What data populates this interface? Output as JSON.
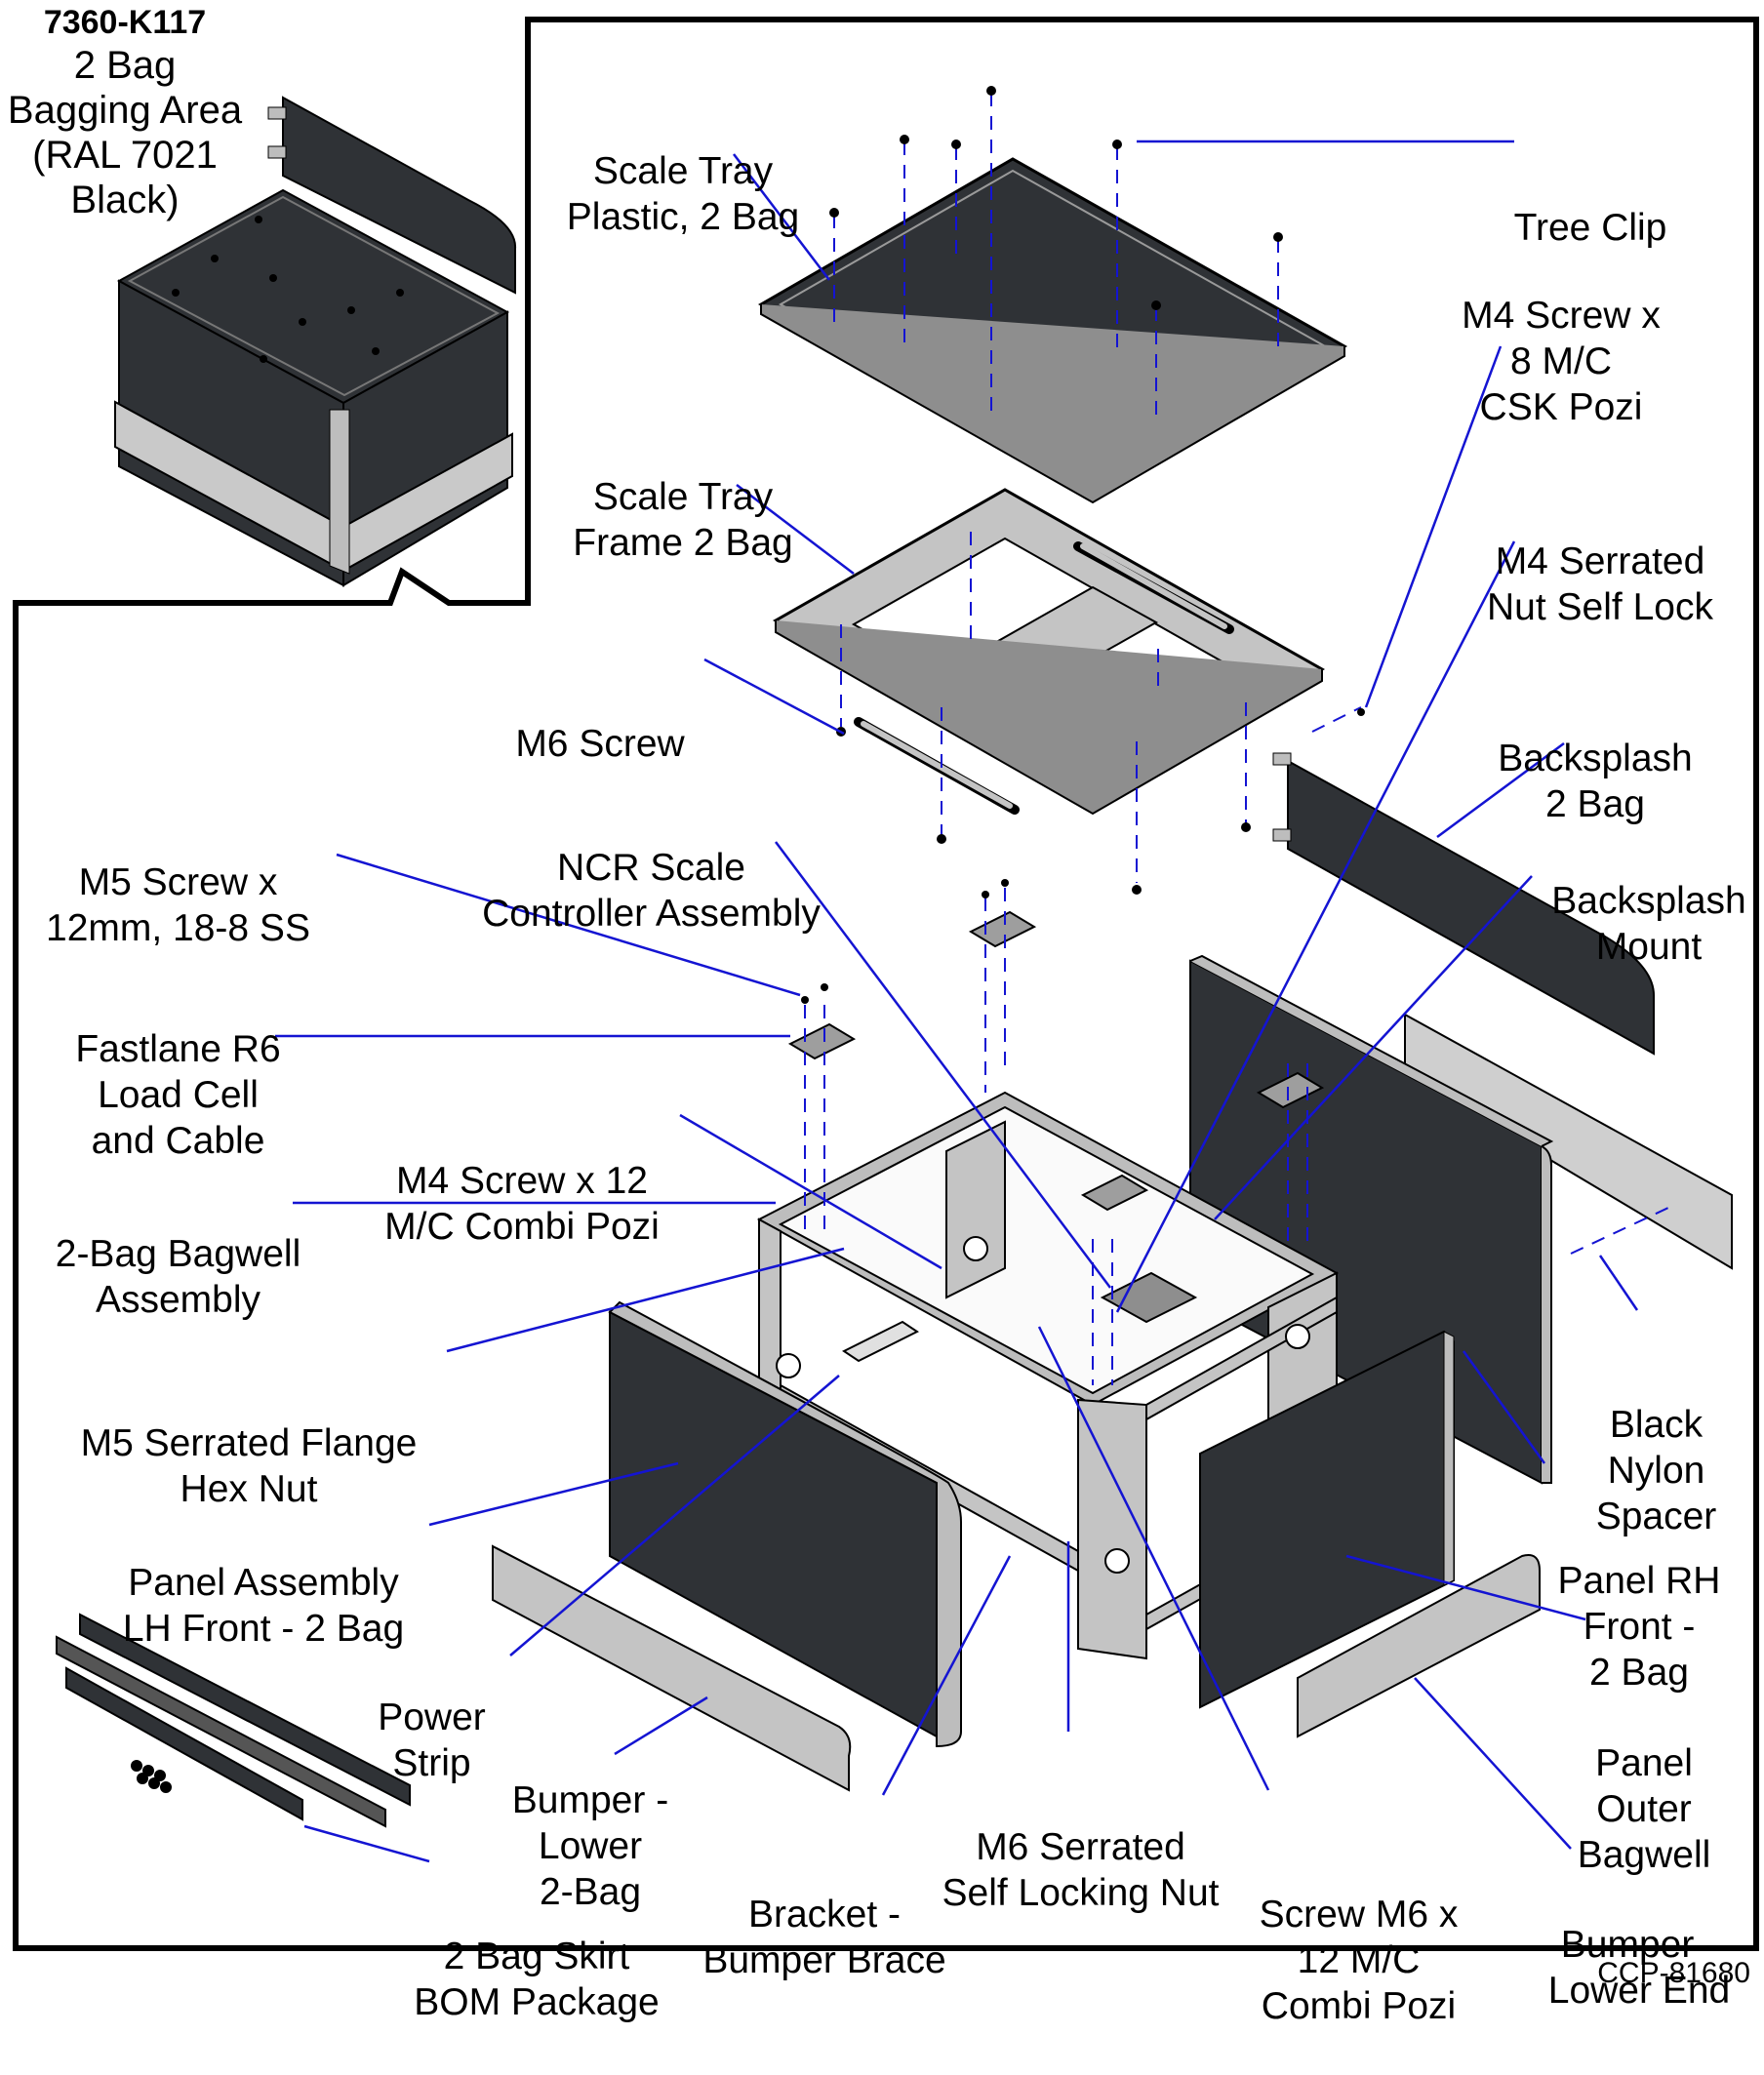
{
  "title_block": {
    "part_number": "7360-K117",
    "lines": [
      "2 Bag",
      "Bagging Area",
      "(RAL 7021",
      "Black)"
    ]
  },
  "callouts": [
    {
      "id": "scale-tray-plastic",
      "lines": [
        "Scale Tray",
        "Plastic, 2 Bag"
      ]
    },
    {
      "id": "tree-clip",
      "lines": [
        "Tree Clip"
      ]
    },
    {
      "id": "m4-screw-8",
      "lines": [
        "M4 Screw x",
        "8 M/C",
        "CSK Pozi"
      ]
    },
    {
      "id": "scale-tray-frame",
      "lines": [
        "Scale Tray",
        "Frame 2 Bag"
      ]
    },
    {
      "id": "m4-serrated-nut",
      "lines": [
        "M4 Serrated",
        "Nut Self Lock"
      ]
    },
    {
      "id": "m6-screw",
      "lines": [
        "M6 Screw"
      ]
    },
    {
      "id": "backsplash",
      "lines": [
        "Backsplash",
        "2 Bag"
      ]
    },
    {
      "id": "m5-screw",
      "lines": [
        "M5 Screw x",
        "12mm, 18-8 SS"
      ]
    },
    {
      "id": "ncr-scale-controller",
      "lines": [
        "NCR Scale",
        "Controller Assembly"
      ]
    },
    {
      "id": "backsplash-mount",
      "lines": [
        "Backsplash",
        "Mount"
      ]
    },
    {
      "id": "load-cell",
      "lines": [
        "Fastlane R6",
        "Load Cell",
        "and Cable"
      ]
    },
    {
      "id": "m4-screw-12",
      "lines": [
        "M4 Screw x 12",
        "M/C Combi Pozi"
      ]
    },
    {
      "id": "bagwell-assembly",
      "lines": [
        "2-Bag Bagwell",
        "Assembly"
      ]
    },
    {
      "id": "m5-flange-nut",
      "lines": [
        "M5 Serrated Flange",
        "Hex Nut"
      ]
    },
    {
      "id": "black-nylon-spacer",
      "lines": [
        "Black",
        "Nylon",
        "Spacer"
      ]
    },
    {
      "id": "panel-lh-front",
      "lines": [
        "Panel Assembly",
        "LH Front - 2 Bag"
      ]
    },
    {
      "id": "panel-rh-front",
      "lines": [
        "Panel RH",
        "Front -",
        "2 Bag"
      ]
    },
    {
      "id": "power-strip",
      "lines": [
        "Power",
        "Strip"
      ]
    },
    {
      "id": "bumper-lower",
      "lines": [
        "Bumper -",
        "Lower",
        "2-Bag"
      ]
    },
    {
      "id": "panel-outer-bagwell",
      "lines": [
        "Panel",
        "Outer",
        "Bagwell"
      ]
    },
    {
      "id": "m6-serrated-nut",
      "lines": [
        "M6 Serrated",
        "Self Locking Nut"
      ]
    },
    {
      "id": "bracket-bumper-brace",
      "lines": [
        "Bracket -",
        "Bumper Brace"
      ]
    },
    {
      "id": "screw-m6-12",
      "lines": [
        "Screw M6 x",
        "12 M/C",
        "Combi Pozi"
      ]
    },
    {
      "id": "bumper-lower-end",
      "lines": [
        "Bumper -",
        "Lower End"
      ]
    },
    {
      "id": "skirt-bom",
      "lines": [
        "2 Bag Skirt",
        "BOM Package"
      ]
    }
  ],
  "drawing_number": "CCP-81680",
  "colors": {
    "leader": "#1414d2",
    "panel_dark": "#2f3236",
    "metal": "#bdbdbd",
    "metal_dark": "#8e8e8e",
    "outline": "#000000"
  }
}
